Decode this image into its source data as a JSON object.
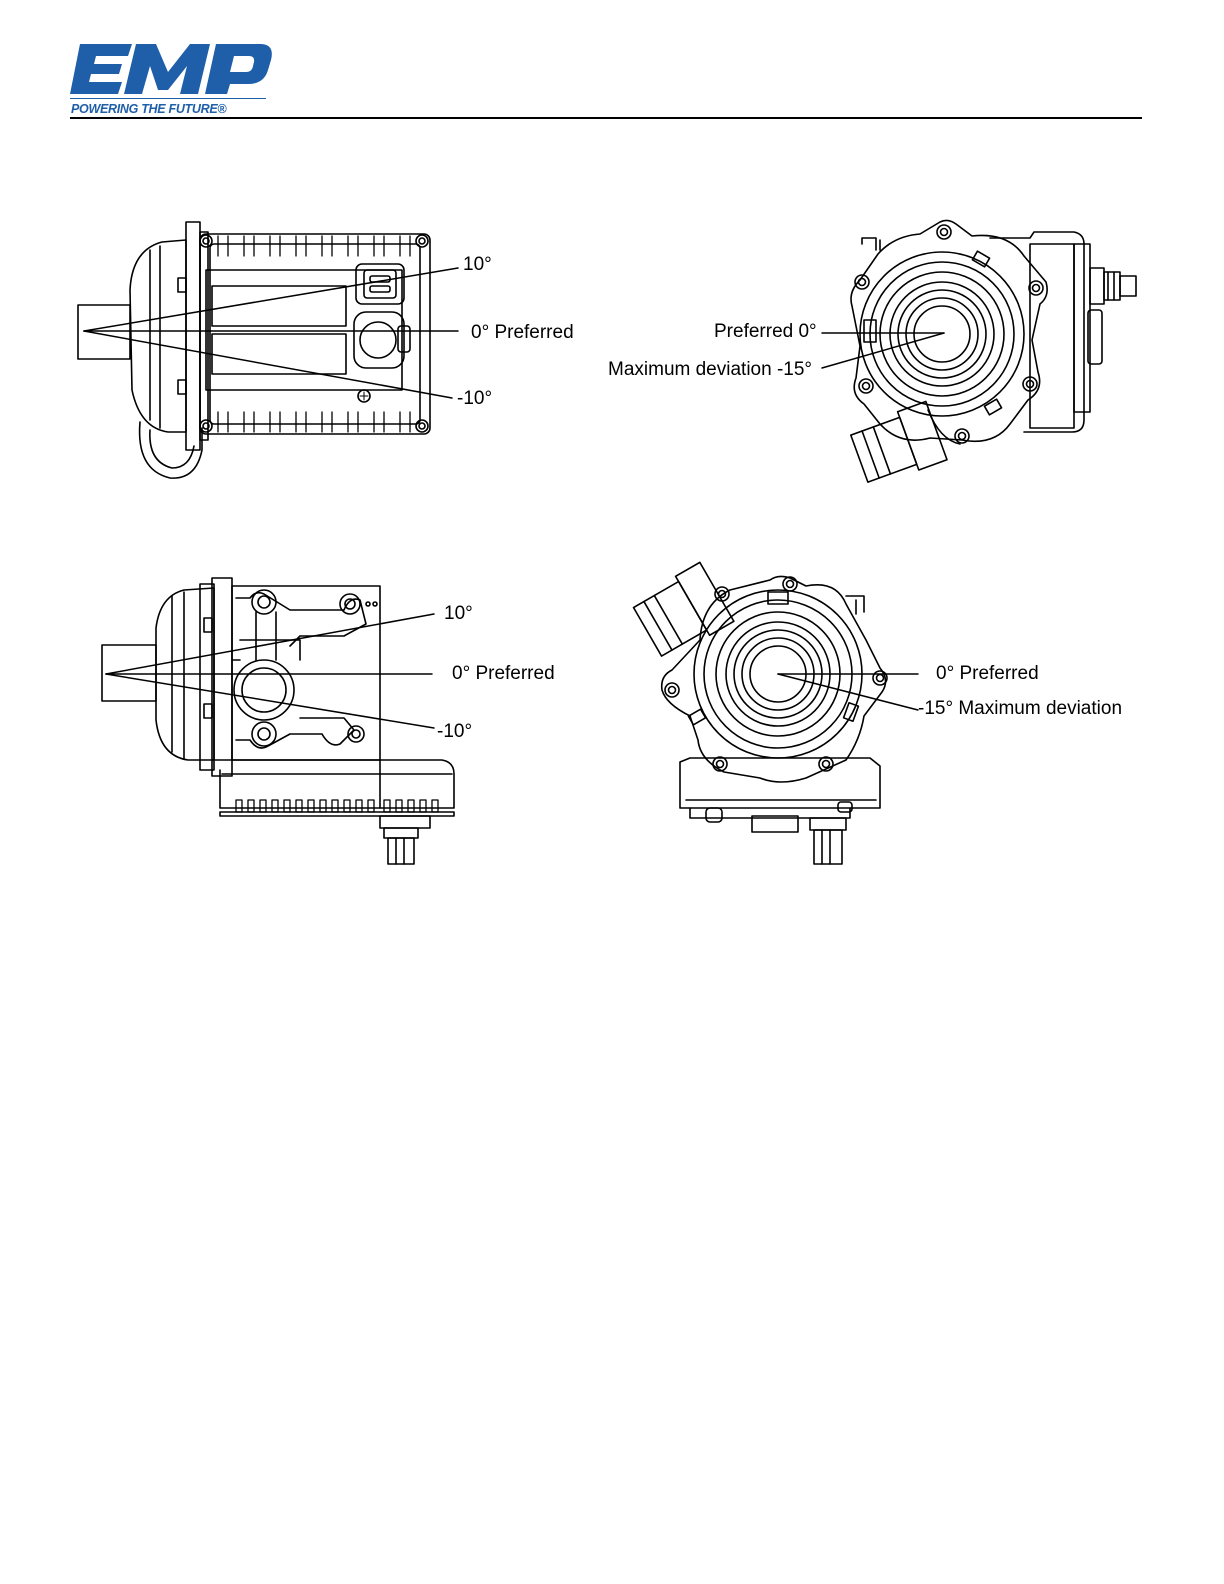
{
  "brand": {
    "name": "EMP",
    "tagline": "POWERING THE FUTURE®",
    "color": "#1f5ea8"
  },
  "figures": {
    "top_left": {
      "labels": {
        "up": "10°",
        "mid": "0° Preferred",
        "down": "-10°"
      }
    },
    "top_right": {
      "labels": {
        "preferred": "Preferred 0°",
        "max": "Maximum deviation -15°"
      }
    },
    "bottom_left": {
      "labels": {
        "up": "10°",
        "mid": "0° Preferred",
        "down": "-10°"
      }
    },
    "bottom_right": {
      "labels": {
        "preferred": "0° Preferred",
        "max": "-15° Maximum deviation"
      }
    }
  }
}
